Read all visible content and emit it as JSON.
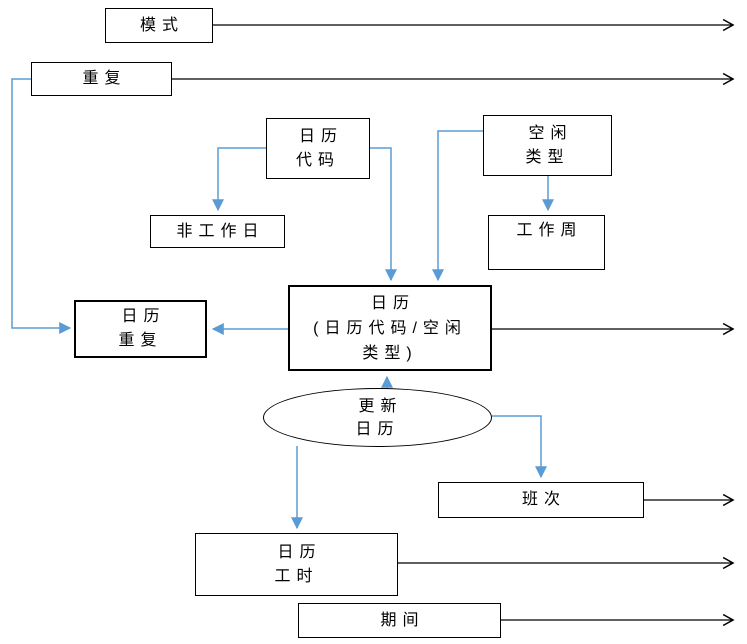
{
  "nodes": {
    "mode": {
      "label": "模式"
    },
    "repeat": {
      "label": "重复"
    },
    "calendar_code": {
      "label": "日历\n代码"
    },
    "idle_type": {
      "label": "空闲\n类型"
    },
    "non_working_day": {
      "label": "非工作日"
    },
    "work_week": {
      "label": "工作周"
    },
    "calendar_repeat": {
      "label": "日历\n重复"
    },
    "calendar": {
      "label": "日历\n(日历代码/空闲\n类型)"
    },
    "update_calendar": {
      "label": "更新\n日历"
    },
    "shift": {
      "label": "班次"
    },
    "calendar_hours": {
      "label": "日历\n工时"
    },
    "period": {
      "label": "期间"
    }
  },
  "colors": {
    "connector": "#5B9BD5",
    "line": "#000000",
    "border": "#000000",
    "background": "#FFFFFF"
  }
}
